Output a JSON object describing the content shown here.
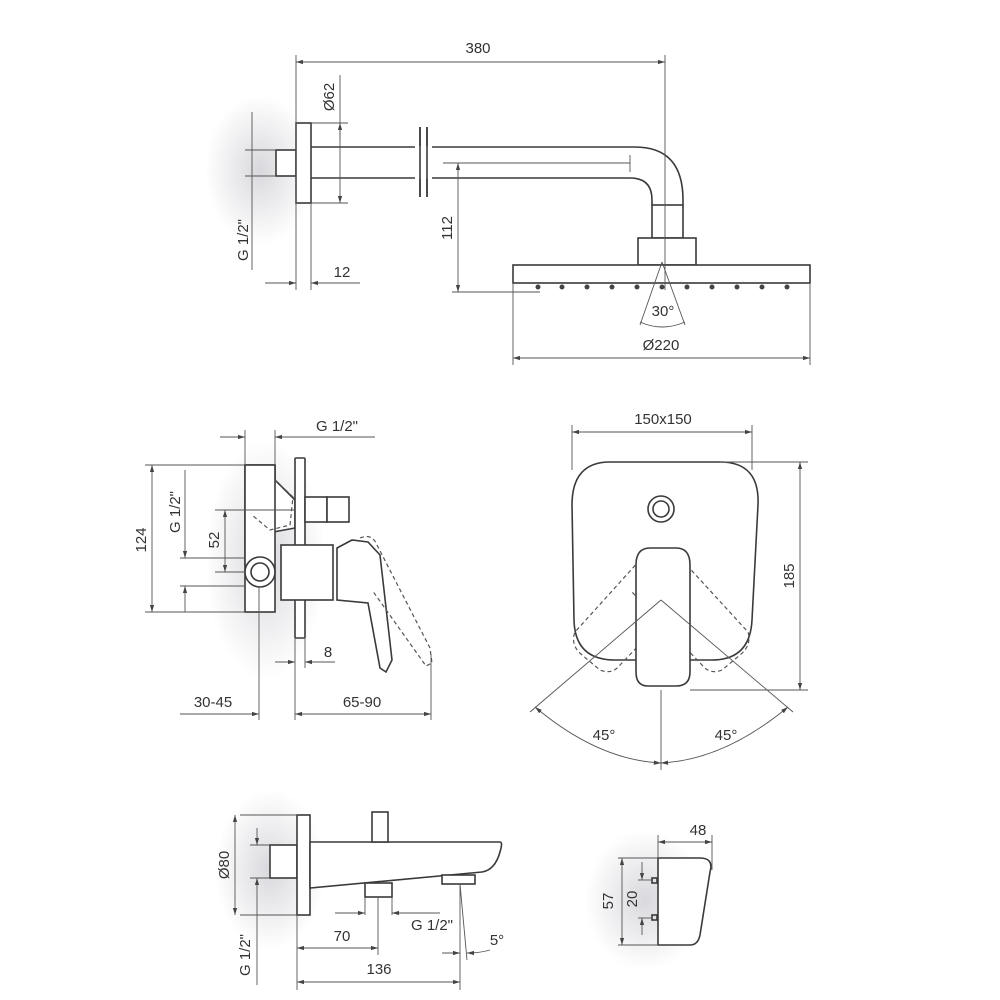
{
  "shower_arm_view": {
    "length": "380",
    "flange_diameter": "Ø62",
    "thread": "G 1/2\"",
    "flange_depth": "12",
    "drop_height": "112",
    "spray_angle": "30°",
    "head_diameter": "Ø220"
  },
  "mixer_side_view": {
    "thread_top": "G 1/2\"",
    "body_height": "124",
    "thread_side": "G 1/2\"",
    "outlet_spacing": "52",
    "plate_thickness": "8",
    "wall_depth": "30-45",
    "handle_projection": "65-90"
  },
  "mixer_front_view": {
    "plate_size": "150x150",
    "plate_height": "185",
    "rotation_left": "45°",
    "rotation_right": "45°"
  },
  "spout_side_view": {
    "flange_diameter": "Ø80",
    "thread_wall": "G 1/2\"",
    "outlet_distance": "70",
    "thread_outlet": "G 1/2\"",
    "projection": "136",
    "angle": "5°"
  },
  "spout_end_view": {
    "width": "48",
    "height": "57",
    "mount_spacing": "20"
  }
}
